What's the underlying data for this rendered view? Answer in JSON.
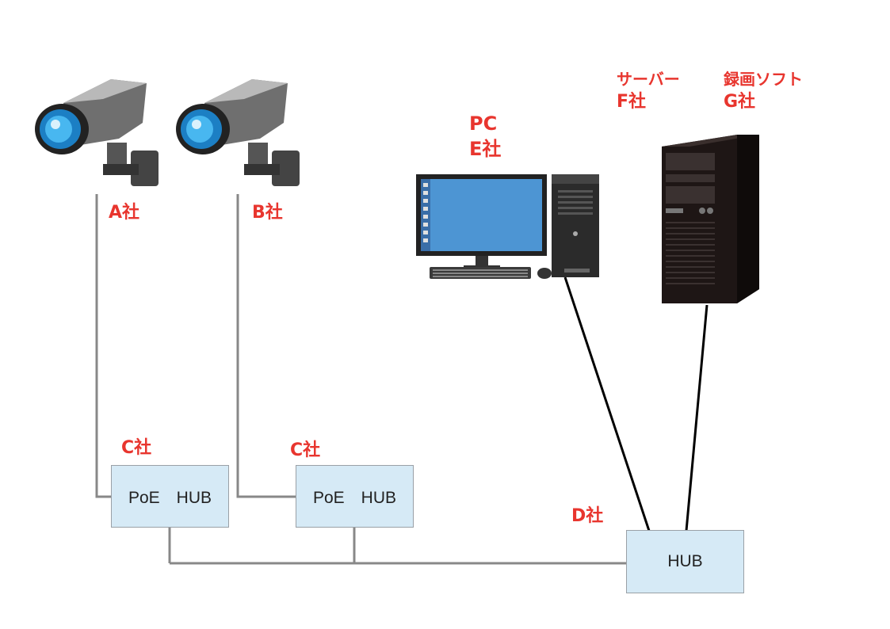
{
  "devices": {
    "camera_a": {
      "company": "A社"
    },
    "camera_b": {
      "company": "B社"
    },
    "pc": {
      "name": "PC",
      "company": "E社"
    },
    "server": {
      "name": "サーバー",
      "company": "F社"
    },
    "software": {
      "name": "録画ソフト",
      "company": "G社"
    },
    "poe_hub_1": {
      "company": "C社",
      "label": "PoE　HUB"
    },
    "poe_hub_2": {
      "company": "C社",
      "label": "PoE　HUB"
    },
    "hub": {
      "company": "D社",
      "label": "HUB"
    }
  },
  "colors": {
    "label": "#e8352e",
    "hub_fill": "#d6eaf6",
    "gray_cable": "#888888",
    "black_cable": "#000000"
  },
  "icons": [
    "security-camera-icon",
    "desktop-pc-icon",
    "tower-server-icon"
  ]
}
